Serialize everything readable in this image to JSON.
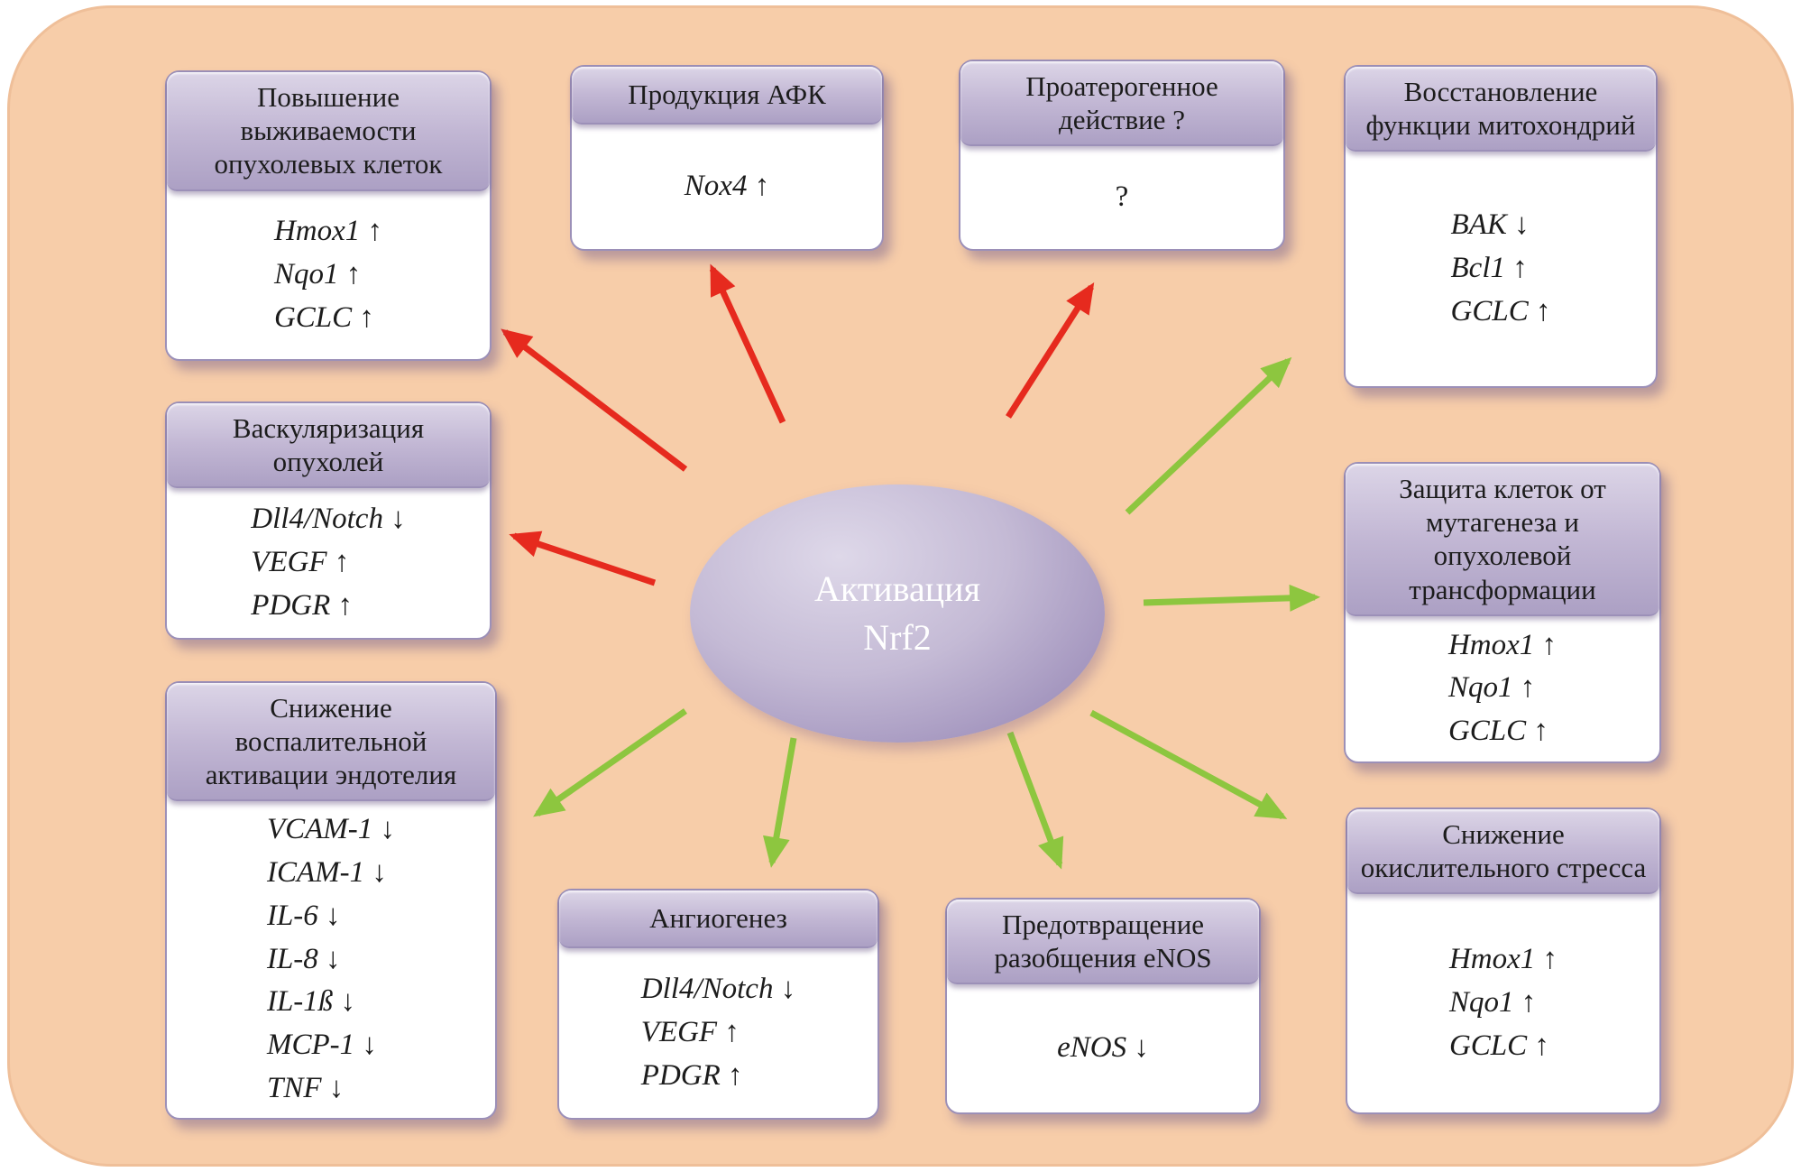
{
  "colors": {
    "background": "#F7CDA9",
    "background_edge": "#EFBF99",
    "header_bg": "#C2B7D4",
    "box_border": "#9C90B8",
    "arrow_red": "#E62A1E",
    "arrow_green": "#8DC63F",
    "text": "#1C1C1C",
    "center_text": "#FFFFFF"
  },
  "center": {
    "line1": "Активация",
    "line2": "Nrf2"
  },
  "boxes": [
    {
      "title": "Повышение выживаемости опухолевых клеток",
      "items": [
        "Hmox1 ↑",
        "Nqo1 ↑",
        "GCLC ↑"
      ]
    },
    {
      "title": "Продукция АФК",
      "items": [
        "Nox4 ↑"
      ]
    },
    {
      "title": "Проатерогенное действие ?",
      "items": [
        "?"
      ]
    },
    {
      "title": "Восстановление функции митохондрий",
      "items": [
        "BAK ↓",
        "Bcl1 ↑",
        "GCLC ↑"
      ]
    },
    {
      "title": "Васкуляризация опухолей",
      "items": [
        "Dll4/Notch ↓",
        "VEGF ↑",
        "PDGR ↑"
      ]
    },
    {
      "title": "Защита клеток от мутагенеза и опухолевой трансформации",
      "items": [
        "Hmox1 ↑",
        "Nqo1 ↑",
        "GCLC ↑"
      ]
    },
    {
      "title": "Снижение воспалительной активации эндотелия",
      "items": [
        "VCAM-1 ↓",
        "ICAM-1 ↓",
        "IL-6 ↓",
        "IL-8 ↓",
        "IL-1ß ↓",
        "MCP-1 ↓",
        "TNF ↓"
      ]
    },
    {
      "title": "Ангиогенез",
      "items": [
        "Dll4/Notch ↓",
        "VEGF ↑",
        "PDGR ↑"
      ]
    },
    {
      "title": "Предотвращение разобщения eNOS",
      "items": [
        "eNOS ↓"
      ]
    },
    {
      "title": "Снижение окислительного стресса",
      "items": [
        "Hmox1 ↑",
        "Nqo1 ↑",
        "GCLC ↑"
      ]
    }
  ]
}
